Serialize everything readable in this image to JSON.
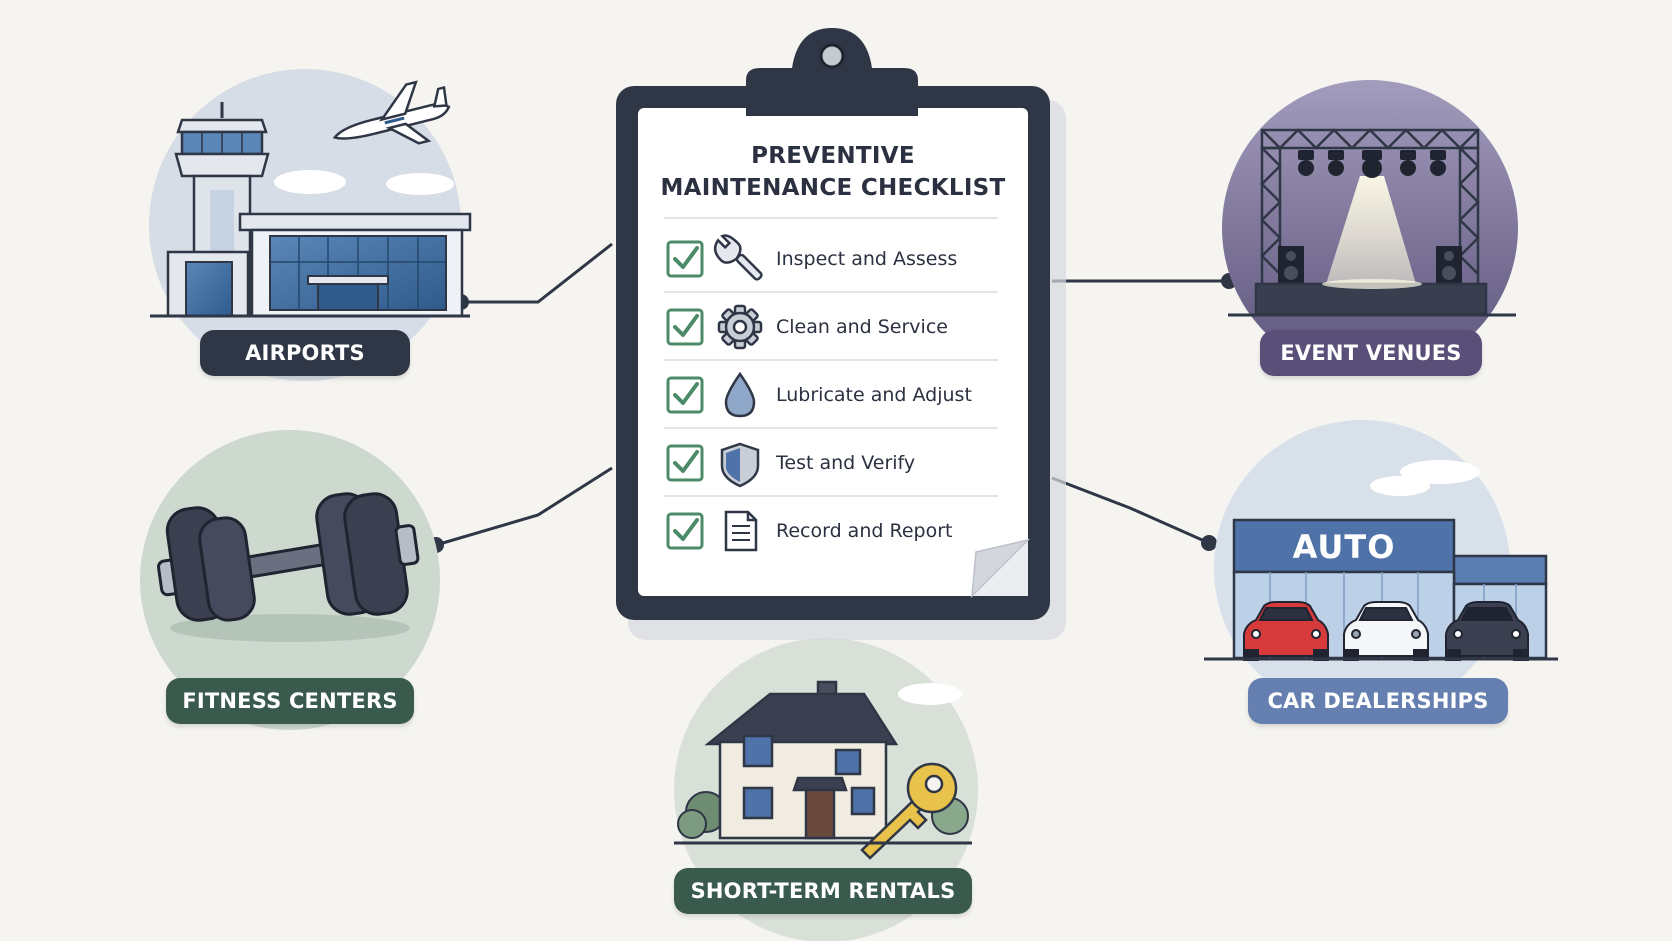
{
  "checklist": {
    "title_line1": "PREVENTIVE",
    "title_line2": "MAINTENANCE CHECKLIST",
    "items": [
      {
        "label": "Inspect and Assess",
        "icon": "wrench-icon",
        "checked": true
      },
      {
        "label": "Clean and Service",
        "icon": "gear-icon",
        "checked": true
      },
      {
        "label": "Lubricate and Adjust",
        "icon": "droplet-icon",
        "checked": true
      },
      {
        "label": "Test and Verify",
        "icon": "shield-icon",
        "checked": true
      },
      {
        "label": "Record and Report",
        "icon": "document-icon",
        "checked": true
      }
    ]
  },
  "sectors": {
    "airports": {
      "label": "AIRPORTS",
      "color": "#2f3646"
    },
    "event_venues": {
      "label": "EVENT VENUES",
      "color": "#5a4f78"
    },
    "fitness_centers": {
      "label": "FITNESS CENTERS",
      "color": "#3a5a4e"
    },
    "car_dealerships": {
      "label": "CAR DEALERSHIPS",
      "color": "#6580b0",
      "sign": "AUTO"
    },
    "short_term_rentals": {
      "label": "SHORT-TERM RENTALS",
      "color": "#3a5a4e"
    }
  },
  "colors": {
    "background": "#f5f4f0",
    "clipboard_frame": "#2f3646",
    "check_green": "#4d8a68",
    "text_dark": "#2b3140"
  }
}
